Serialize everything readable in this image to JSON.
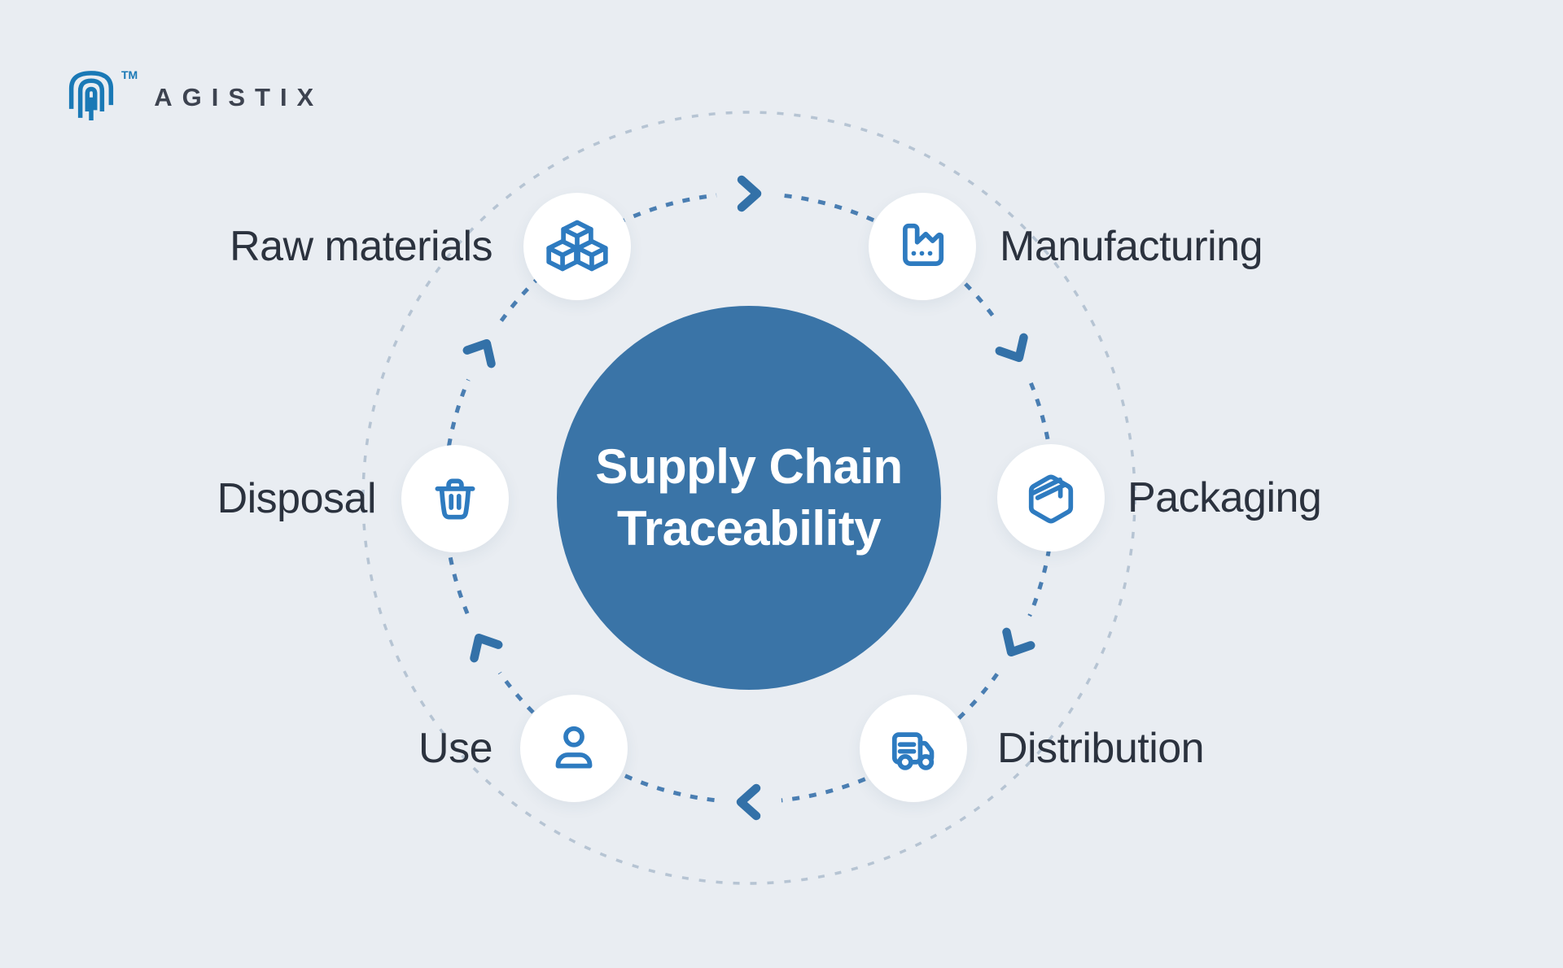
{
  "logo": {
    "brand": "AGISTIX",
    "tm": "TM"
  },
  "center": {
    "title_line1": "Supply Chain",
    "title_line2": "Traceability"
  },
  "stages": [
    {
      "id": "raw-materials",
      "label": "Raw materials",
      "icon": "cubes-icon"
    },
    {
      "id": "manufacturing",
      "label": "Manufacturing",
      "icon": "factory-icon"
    },
    {
      "id": "packaging",
      "label": "Packaging",
      "icon": "package-box-icon"
    },
    {
      "id": "distribution",
      "label": "Distribution",
      "icon": "delivery-truck-icon"
    },
    {
      "id": "use",
      "label": "Use",
      "icon": "person-icon"
    },
    {
      "id": "disposal",
      "label": "Disposal",
      "icon": "trash-bin-icon"
    }
  ],
  "colors": {
    "background": "#e9edf2",
    "center_circle": "#3a74a7",
    "icon_stroke": "#2e7bc0",
    "arrow": "#3371a8",
    "ring_dash": "#4a7eb2",
    "outer_dash": "#b6c4d3",
    "label_text": "#2b323e",
    "logo_blue": "#1a79b6",
    "logo_text": "#3d4350"
  }
}
